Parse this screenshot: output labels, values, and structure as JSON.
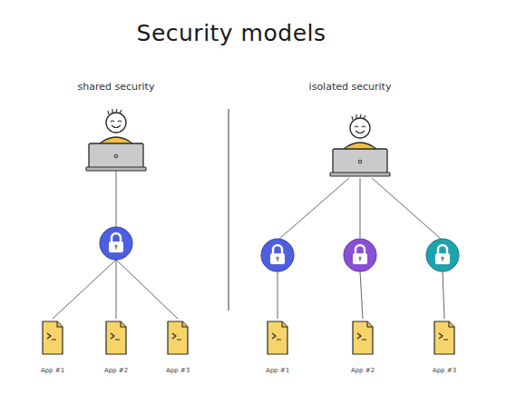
{
  "diagram": {
    "title": "Security models",
    "nodes": [
      {
        "text": [
          "App #1"
        ]
      },
      {
        "text": [
          "App #2"
        ]
      },
      {
        "text": [
          "App #3"
        ]
      },
      {
        "text": [
          "App #1"
        ]
      },
      {
        "text": [
          "App #2"
        ]
      },
      {
        "text": [
          "App #3"
        ]
      }
    ],
    "labels": [
      "shared security",
      "isolated security"
    ]
  }
}
